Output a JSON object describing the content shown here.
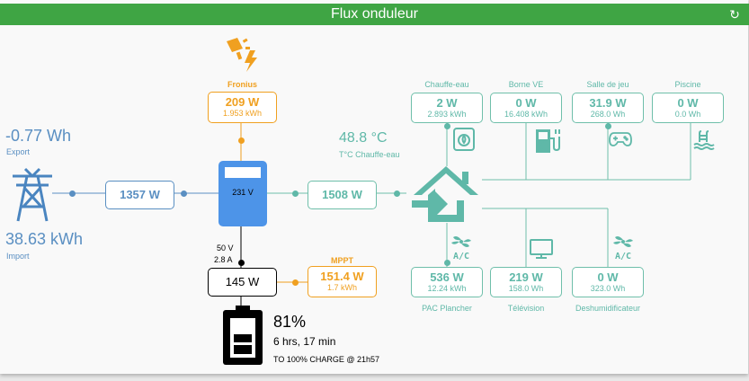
{
  "header": {
    "title": "Flux onduleur"
  },
  "colors": {
    "header": "#3fa544",
    "teal": "#5fb8a8",
    "blue": "#5a8fc2",
    "orange": "#f0a020",
    "inverter": "#4d94e8"
  },
  "grid": {
    "export_value": "-0.77 Wh",
    "export_label": "Export",
    "import_value": "38.63 kWh",
    "import_label": "Import",
    "flow": "1357 W"
  },
  "solar": {
    "name": "Fronius",
    "power": "209 W",
    "energy": "1.953 kWh"
  },
  "inverter": {
    "voltage": "231 V",
    "battery_voltage": "50 V",
    "battery_current": "2.8 A"
  },
  "house": {
    "flow": "1508 W",
    "temp_value": "48.8 °C",
    "temp_label": "T°C Chauffe-eau"
  },
  "battery": {
    "power": "145 W",
    "soc": "81%",
    "time": "6 hrs, 17 min",
    "charge_note": "TO 100% CHARGE @ 21h57"
  },
  "mppt": {
    "name": "MPPT",
    "power": "151.4 W",
    "energy": "1.7 kWh"
  },
  "loads_top": [
    {
      "name": "Chauffe-eau",
      "power": "2 W",
      "energy": "2.893 kWh",
      "icon": "water-heater-icon"
    },
    {
      "name": "Borne VE",
      "power": "0 W",
      "energy": "16.408 kWh",
      "icon": "ev-charger-icon"
    },
    {
      "name": "Salle de jeu",
      "power": "31.9 W",
      "energy": "268.0 Wh",
      "icon": "gamepad-icon"
    },
    {
      "name": "Piscine",
      "power": "0 W",
      "energy": "0.0 Wh",
      "icon": "pool-icon"
    }
  ],
  "loads_bottom": [
    {
      "name": "PAC Plancher",
      "power": "536 W",
      "energy": "12.24 kWh",
      "icon": "air-conditioner-icon",
      "icon_text": "A/C"
    },
    {
      "name": "Télévision",
      "power": "219 W",
      "energy": "158.0 Wh",
      "icon": "television-icon"
    },
    {
      "name": "Deshumidificateur",
      "power": "0 W",
      "energy": "323.0 Wh",
      "icon": "air-conditioner-icon",
      "icon_text": "A/C"
    }
  ]
}
